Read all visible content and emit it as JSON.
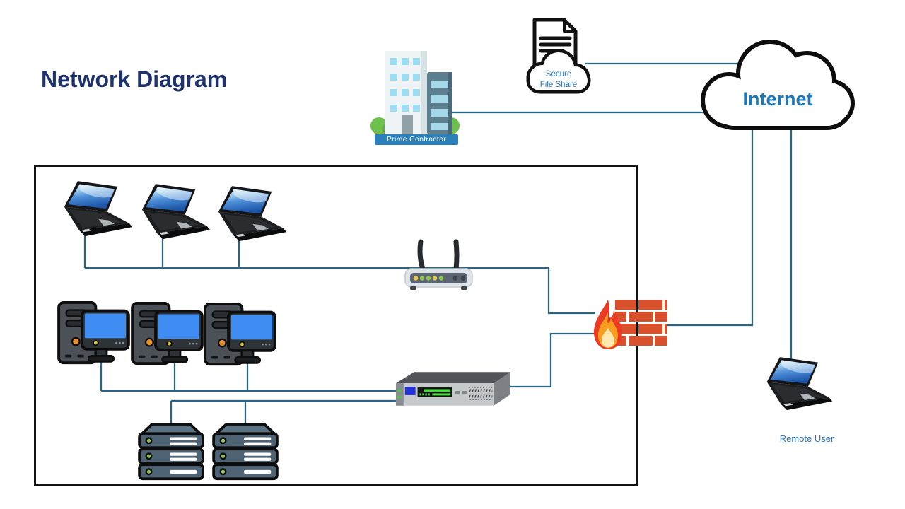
{
  "title": "Network Diagram",
  "labels": {
    "prime_contractor": "Prime Contractor",
    "secure_file_share_line1": "Secure",
    "secure_file_share_line2": "File Share",
    "internet": "Internet",
    "remote_user": "Remote User"
  },
  "colors": {
    "title_text": "#1e336d",
    "connector_line": "#2a6580",
    "lan_box_border": "#121212",
    "label_blue": "#2e75b6",
    "internet_text": "#1a78bc",
    "prime_band_bg": "#2c80b9",
    "prime_band_text": "#ffffff",
    "firewall_brick": "#d9512c",
    "flame_outer": "#ed3a24",
    "flame_mid": "#f89d20",
    "flame_core": "#ffe9b0"
  },
  "topology": {
    "external_nodes": [
      "prime-contractor",
      "secure-file-share",
      "internet",
      "remote-user"
    ],
    "lan": {
      "laptops": 3,
      "desktop_computers": 3,
      "server_stacks": 2,
      "network_devices": [
        "wireless-router",
        "network-switch"
      ],
      "perimeter_device": "firewall"
    },
    "edges": [
      {
        "from": "prime-contractor",
        "to": "internet"
      },
      {
        "from": "secure-file-share",
        "to": "internet"
      },
      {
        "from": "laptops",
        "to": "wireless-router"
      },
      {
        "from": "wireless-router",
        "to": "firewall"
      },
      {
        "from": "desktop-computers",
        "to": "network-switch"
      },
      {
        "from": "server-stacks",
        "to": "network-switch"
      },
      {
        "from": "network-switch",
        "to": "firewall"
      },
      {
        "from": "firewall",
        "to": "internet"
      },
      {
        "from": "internet",
        "to": "remote-user"
      }
    ]
  }
}
